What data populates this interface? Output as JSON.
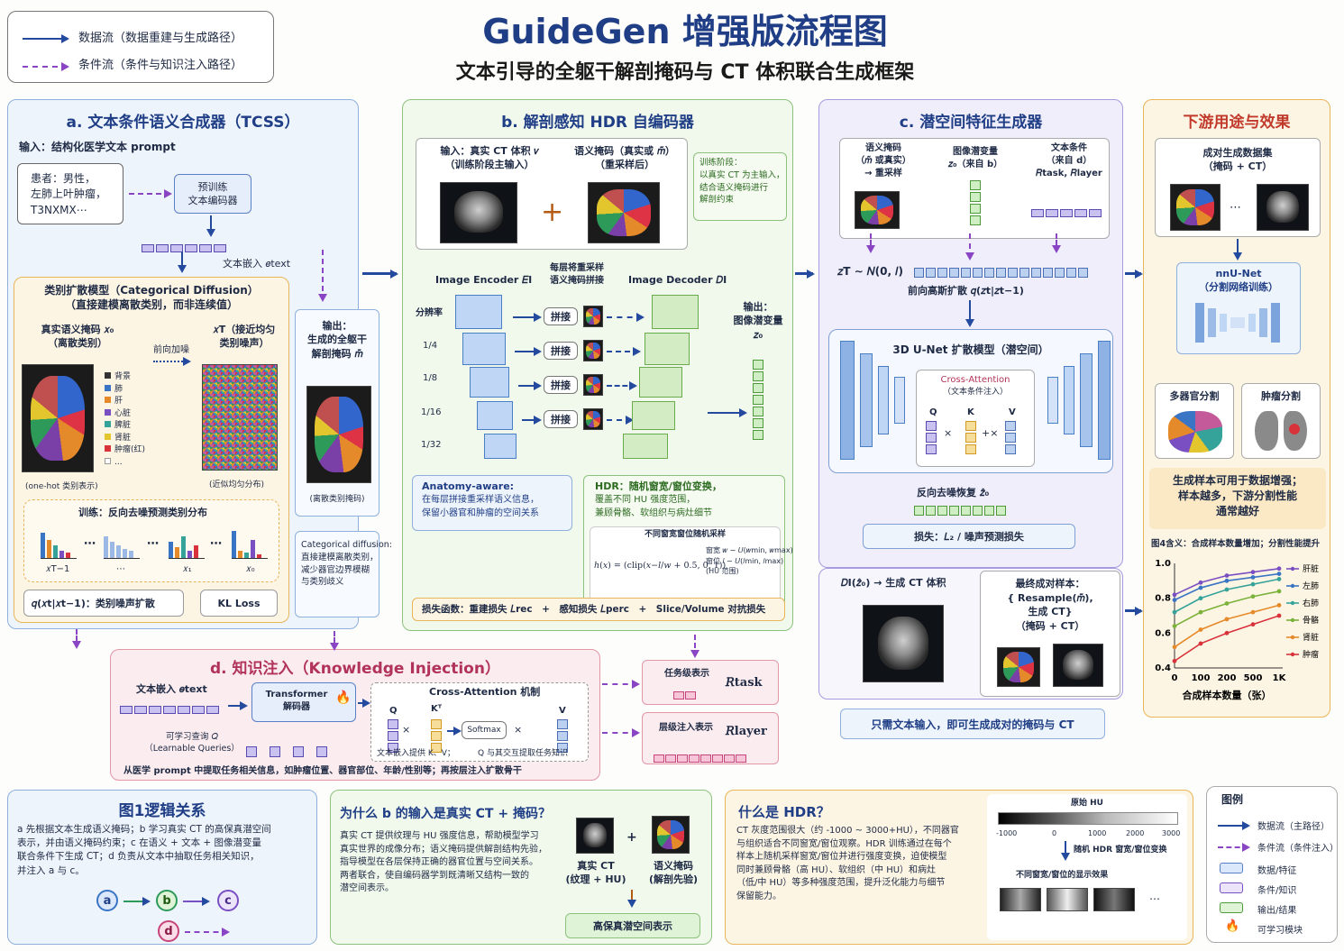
{
  "title": "GuideGen 增强版流程图",
  "subtitle": "文本引导的全躯干解剖掩码与 CT 体积联合生成框架",
  "legend_top": {
    "data_flow": "数据流（数据重建与生成路径）",
    "cond_flow": "条件流（条件与知识注入路径）"
  },
  "colors": {
    "navy": "#234a9e",
    "purple": "#8a45c4",
    "blue_panel": "#eef4fc",
    "green_panel": "#f1f8ec",
    "violet_panel": "#f0eefb",
    "orange_panel": "#fdf5e4",
    "pink_panel": "#fbecef"
  },
  "panel_a": {
    "title": "a. 文本条件语义合成器（TCSS）",
    "input_label": "输入：结构化医学文本 prompt",
    "patient_text": "患者：男性，\n左肺上叶肿瘤，\nT3NXMX⋯",
    "encoder": "预训练\n文本编码器",
    "embed_label": "文本嵌入 𝑒text",
    "cd_title": "类别扩散模型（Categorical Diffusion）",
    "cd_sub": "（直接建模离散类别，而非连续值）",
    "x0_label": "真实语义掩码 𝑥₀\n（离散类别）",
    "forward": "前向加噪",
    "xT_label": "𝑥T（接近均匀\n类别噪声）",
    "categories": [
      "背景",
      "肺",
      "肝",
      "心脏",
      "脾脏",
      "肾脏",
      "肿瘤(红)",
      "..."
    ],
    "onehot": "(one-hot 类别表示)",
    "uniform": "(近似均匀分布)",
    "train_label": "训练：反向去噪预测类别分布",
    "steps": [
      "𝑥T−1",
      "⋯",
      "𝑥₁",
      "𝑥₀"
    ],
    "q_label": "𝑞(𝑥t|𝑥t−1)：类别噪声扩散",
    "kl": "KL Loss",
    "out_title": "输出：\n生成的全躯干\n解剖掩码 𝑚̃",
    "out_caption": "(离散类别掩码)",
    "cd_note": "Categorical diffusion:\n直接建模离散类别，\n减少器官边界模糊\n与类别歧义"
  },
  "panel_b": {
    "title": "b. 解剖感知 HDR 自编码器",
    "input_ct": "输入：真实 CT 体积 𝑣\n（训练阶段主输入）",
    "input_mask": "语义掩码（真实或 𝑚̃）\n（重采样后）",
    "plus": "+",
    "train_note": "训练阶段：\n以真实 CT 为主输入，\n结合语义掩码进行\n解剖约束",
    "encoder": "Image Encoder 𝐸I",
    "per_layer": "每层将重采样\n语义掩码拼接",
    "decoder": "Image Decoder 𝐷I",
    "resolution": "分辨率",
    "scales": [
      "1/4",
      "1/8",
      "1/16",
      "1/32"
    ],
    "concat": "拼接",
    "output": "输出：\n图像潜变量\n𝑧₀",
    "anatomy_title": "Anatomy-aware:",
    "anatomy_text": "在每层拼接重采样语义信息，\n保留小器官和肿瘤的空间关系",
    "hdr_title": "HDR：随机窗宽/窗位变换，",
    "hdr_text": "覆盖不同 HU 强度范围，\n兼顾骨骼、软组织与病灶细节",
    "formula_title": "不同窗宽窗位随机采样",
    "formula": "ℎ(𝑥) = (clip(𝑥−𝑙/𝑤 + 0.5, 0, 1))",
    "formula_side": "窗宽 𝑤 ∼ 𝑈(𝑤min, 𝑤max)\n窗位 𝑙 ∼ 𝑈(𝑙min, 𝑙max)\n(HU 范围)",
    "loss": "损失函数：重建损失 𝐿rec　+　感知损失 𝐿perc　+　Slice/Volume 对抗损失"
  },
  "panel_c": {
    "title": "c. 潜空间特征生成器",
    "sem_mask": "语义掩码\n（𝑚̃ 或真实）\n→ 重采样",
    "img_latent": "图像潜变量\n𝑧₀（来自 b）",
    "text_cond": "文本条件\n（来自 d）\n𝑅task, 𝑅layer",
    "zT": "𝑧T ∼ 𝑁(0, 𝐼)",
    "forward": "前向高斯扩散 𝑞(𝑧t|𝑧t−1)",
    "unet": "3D U-Net 扩散模型（潜空间）",
    "cross": "Cross-Attention",
    "cross_sub": "（文本条件注入）",
    "qkv": [
      "Q",
      "K",
      "V"
    ],
    "ops": [
      "×",
      "+×"
    ],
    "reverse": "反向去噪恢复 𝑧̂₀",
    "loss": "损失：𝐿₂ / 噪声预测损失",
    "decode": "𝐷I(𝑧̂₀) → 生成 CT 体积",
    "final_title": "最终成对样本：",
    "final_text": "{ Resample(𝑚̃),\n生成 CT}\n（掩码 + CT）",
    "bottom": "只需文本输入，即可生成成对的掩码与 CT"
  },
  "panel_down": {
    "title": "下游用途与效果",
    "dataset": "成对生成数据集\n（掩码 + CT）",
    "dots": "⋯",
    "nnunet": "nnU-Net\n（分割网络训练）",
    "multi": "多器官分割",
    "tumor": "肿瘤分割",
    "summary": "生成样本可用于数据增强；\n样本越多，下游分割性能\n通常越好",
    "fig_caption": "图4含义：合成样本数量增加；分割性能提升",
    "xlabel": "合成样本数量（张）"
  },
  "chart_data": {
    "type": "line",
    "title": "",
    "xlabel": "合成样本数量（张）",
    "ylabel": "",
    "x": [
      "0",
      "100",
      "200",
      "500",
      "1K"
    ],
    "ylim": [
      0.4,
      1.0
    ],
    "yticks": [
      "1.0",
      "0.8",
      "0.6",
      "0.4"
    ],
    "grid": false,
    "legend": "right",
    "series": [
      {
        "name": "肝脏",
        "color": "#7a4fc2",
        "values": [
          0.82,
          0.89,
          0.93,
          0.95,
          0.97
        ]
      },
      {
        "name": "左肺",
        "color": "#3a74c4",
        "values": [
          0.79,
          0.86,
          0.9,
          0.92,
          0.94
        ]
      },
      {
        "name": "右肺",
        "color": "#36a39b",
        "values": [
          0.72,
          0.8,
          0.85,
          0.88,
          0.91
        ]
      },
      {
        "name": "骨骼",
        "color": "#7ab23a",
        "values": [
          0.64,
          0.72,
          0.77,
          0.81,
          0.84
        ]
      },
      {
        "name": "肾脏",
        "color": "#e58a2a",
        "values": [
          0.52,
          0.62,
          0.68,
          0.72,
          0.76
        ]
      },
      {
        "name": "肿瘤",
        "color": "#d8333a",
        "values": [
          0.44,
          0.54,
          0.6,
          0.65,
          0.7
        ]
      }
    ]
  },
  "panel_d": {
    "title": "d. 知识注入（Knowledge Injection）",
    "text_embed": "文本嵌入 𝑒text",
    "transformer": "Transformer\n解码器",
    "fire": "🔥",
    "cross": "Cross-Attention 机制",
    "q": "Q",
    "kt": "Kᵀ",
    "softmax": "Softmax",
    "v": "V",
    "kv_note": "文本嵌入提供 K、V；",
    "q_note": "Q 与其交互提取任务知识",
    "queries": "可学习查询 𝑄\n（Learnable Queries）",
    "task_label": "任务级表示",
    "r_task": "𝑅task",
    "layer_label": "层级注入表示",
    "r_layer": "𝑅layer",
    "bottom": "从医学 prompt 中提取任务相关信息，如肿瘤位置、器官部位、年龄/性别等；再按层注入扩散骨干"
  },
  "box_logic": {
    "title": "图1逻辑关系",
    "text": "a 先根据文本生成语义掩码；b 学习真实 CT 的高保真潜空间\n表示，并由语义掩码约束；c 在语义 + 文本 + 图像潜变量\n联合条件下生成 CT；d 负责从文本中抽取任务相关知识，\n并注入 a 与 c。",
    "nodes": [
      "a",
      "b",
      "c",
      "d"
    ]
  },
  "box_why": {
    "title": "为什么 b 的输入是真实 CT + 掩码？",
    "text": "真实 CT 提供纹理与 HU 强度信息，帮助模型学习\n真实世界的成像分布；语义掩码提供解剖结构先验，\n指导模型在各层保持正确的器官位置与空间关系。\n两者联合，使自编码器学到既清晰又结构一致的\n潜空间表示。",
    "ct": "真实 CT\n(纹理 + HU)",
    "mask": "语义掩码\n(解剖先验)",
    "plus": "+",
    "result": "高保真潜空间表示"
  },
  "box_hdr": {
    "title": "什么是 HDR？",
    "text": "CT 灰度范围很大（约 -1000 ~ 3000+HU），不同器官\n与组织适合不同窗宽/窗位观察。HDR 训练通过在每个\n样本上随机采样窗宽/窗位并进行强度变换，迫使模型\n同时兼顾骨骼（高 HU）、软组织（中 HU）和病灶\n（低/中 HU）等多种强度范围，提升泛化能力与细节\n保留能力。",
    "hu_title": "原始 HU",
    "hu_ticks": [
      "-1000",
      "0",
      "1000",
      "2000",
      "3000"
    ],
    "random": "随机 HDR 窗宽/窗位变换",
    "display": "不同窗宽/窗位的显示效果",
    "dots": "⋯"
  },
  "legend_bottom": {
    "title": "图例",
    "items": [
      "数据流（主路径）",
      "条件流（条件注入）",
      "数据/特征",
      "条件/知识",
      "输出/结果",
      "可学习模块"
    ],
    "fire": "🔥"
  }
}
